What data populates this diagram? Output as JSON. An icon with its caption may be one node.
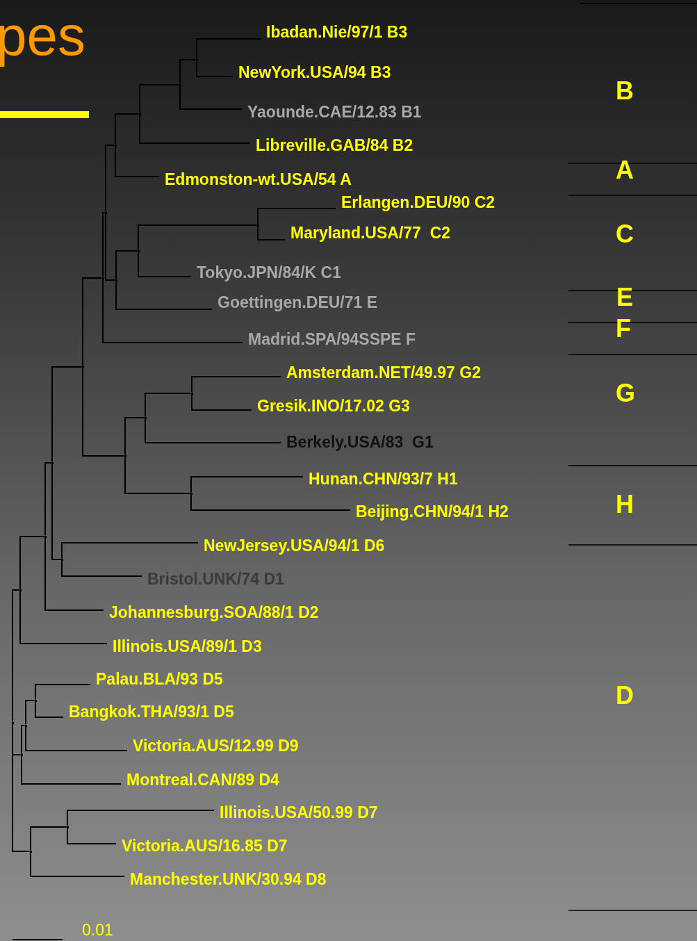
{
  "diagram": {
    "title": "pes",
    "nodes": [
      {
        "text": [
          "Ibadan.Nie/97/1 B3"
        ]
      },
      {
        "text": [
          "NewYork.USA/94 B3"
        ]
      },
      {
        "text": [
          "Yaounde.CAE/12.83 B1"
        ]
      },
      {
        "text": [
          "Libreville.GAB/84 B2"
        ]
      },
      {
        "text": [
          "Edmonston-wt.USA/54 A"
        ]
      },
      {
        "text": [
          "Erlangen.DEU/90 C2"
        ]
      },
      {
        "text": [
          "Maryland.USA/77  C2"
        ]
      },
      {
        "text": [
          "Tokyo.JPN/84/K C1"
        ]
      },
      {
        "text": [
          "Goettingen.DEU/71 E"
        ]
      },
      {
        "text": [
          "Madrid.SPA/94SSPE F"
        ]
      },
      {
        "text": [
          "Amsterdam.NET/49.97 G2"
        ]
      },
      {
        "text": [
          "Gresik.INO/17.02 G3"
        ]
      },
      {
        "text": [
          "Berkely.USA/83  G1"
        ]
      },
      {
        "text": [
          "Hunan.CHN/93/7 H1"
        ]
      },
      {
        "text": [
          "Beijing.CHN/94/1 H2"
        ]
      },
      {
        "text": [
          "NewJersey.USA/94/1 D6"
        ]
      },
      {
        "text": [
          "Bristol.UNK/74 D1"
        ]
      },
      {
        "text": [
          "Johannesburg.SOA/88/1 D2"
        ]
      },
      {
        "text": [
          "Illinois.USA/89/1 D3"
        ]
      },
      {
        "text": [
          "Palau.BLA/93 D5"
        ]
      },
      {
        "text": [
          "Bangkok.THA/93/1 D5"
        ]
      },
      {
        "text": [
          "Victoria.AUS/12.99 D9"
        ]
      },
      {
        "text": [
          "Montreal.CAN/89 D4"
        ]
      },
      {
        "text": [
          "Illinois.USA/50.99 D7"
        ]
      },
      {
        "text": [
          "Victoria.AUS/16.85 D7"
        ]
      },
      {
        "text": [
          "Manchester.UNK/30.94 D8"
        ]
      },
      {
        "text": [],
        "shape": "point"
      },
      {
        "text": [],
        "shape": "point"
      },
      {
        "text": [],
        "shape": "point"
      },
      {
        "text": [],
        "shape": "point"
      },
      {
        "text": [],
        "shape": "point"
      },
      {
        "text": [],
        "shape": "point"
      },
      {
        "text": [],
        "shape": "point"
      },
      {
        "text": [],
        "shape": "point"
      },
      {
        "text": [],
        "shape": "point"
      },
      {
        "text": [],
        "shape": "point"
      },
      {
        "text": [],
        "shape": "point"
      },
      {
        "text": [],
        "shape": "point"
      },
      {
        "text": [],
        "shape": "point"
      },
      {
        "text": [],
        "shape": "point"
      },
      {
        "text": [],
        "shape": "point"
      },
      {
        "text": [],
        "shape": "point"
      },
      {
        "text": [],
        "shape": "point"
      },
      {
        "text": [],
        "shape": "point"
      },
      {
        "text": [],
        "shape": "point"
      },
      {
        "text": [],
        "shape": "point"
      },
      {
        "text": [],
        "shape": "point"
      },
      {
        "text": [],
        "shape": "point"
      },
      {
        "text": [],
        "shape": "point"
      },
      {
        "text": [],
        "shape": "point"
      }
    ],
    "edges": [
      {
        "from": 26,
        "to": 0,
        "arrow": "none"
      },
      {
        "from": 26,
        "to": 1,
        "arrow": "none"
      },
      {
        "from": 27,
        "to": 26,
        "arrow": "none"
      },
      {
        "from": 27,
        "to": 2,
        "arrow": "none"
      },
      {
        "from": 28,
        "to": 27,
        "arrow": "none"
      },
      {
        "from": 28,
        "to": 3,
        "arrow": "none"
      },
      {
        "from": 29,
        "to": 28,
        "arrow": "none"
      },
      {
        "from": 29,
        "to": 4,
        "arrow": "none"
      },
      {
        "from": 30,
        "to": 5,
        "arrow": "none"
      },
      {
        "from": 30,
        "to": 6,
        "arrow": "none"
      },
      {
        "from": 31,
        "to": 30,
        "arrow": "none"
      },
      {
        "from": 31,
        "to": 7,
        "arrow": "none"
      },
      {
        "from": 32,
        "to": 31,
        "arrow": "none"
      },
      {
        "from": 32,
        "to": 8,
        "arrow": "none"
      },
      {
        "from": 33,
        "to": 29,
        "arrow": "none"
      },
      {
        "from": 33,
        "to": 32,
        "arrow": "none"
      },
      {
        "from": 34,
        "to": 33,
        "arrow": "none"
      },
      {
        "from": 34,
        "to": 9,
        "arrow": "none"
      },
      {
        "from": 35,
        "to": 10,
        "arrow": "none"
      },
      {
        "from": 35,
        "to": 11,
        "arrow": "none"
      },
      {
        "from": 36,
        "to": 35,
        "arrow": "none"
      },
      {
        "from": 36,
        "to": 12,
        "arrow": "none"
      },
      {
        "from": 37,
        "to": 13,
        "arrow": "none"
      },
      {
        "from": 37,
        "to": 14,
        "arrow": "none"
      },
      {
        "from": 38,
        "to": 36,
        "arrow": "none"
      },
      {
        "from": 38,
        "to": 37,
        "arrow": "none"
      },
      {
        "from": 39,
        "to": 34,
        "arrow": "none"
      },
      {
        "from": 39,
        "to": 38,
        "arrow": "none"
      },
      {
        "from": 40,
        "to": 15,
        "arrow": "none"
      },
      {
        "from": 40,
        "to": 16,
        "arrow": "none"
      },
      {
        "from": 41,
        "to": 39,
        "arrow": "none"
      },
      {
        "from": 41,
        "to": 40,
        "arrow": "none"
      },
      {
        "from": 42,
        "to": 41,
        "arrow": "none"
      },
      {
        "from": 42,
        "to": 17,
        "arrow": "none"
      },
      {
        "from": 43,
        "to": 42,
        "arrow": "none"
      },
      {
        "from": 43,
        "to": 18,
        "arrow": "none"
      },
      {
        "from": 44,
        "to": 19,
        "arrow": "none"
      },
      {
        "from": 44,
        "to": 20,
        "arrow": "none"
      },
      {
        "from": 45,
        "to": 44,
        "arrow": "none"
      },
      {
        "from": 45,
        "to": 21,
        "arrow": "none"
      },
      {
        "from": 46,
        "to": 45,
        "arrow": "none"
      },
      {
        "from": 46,
        "to": 22,
        "arrow": "none"
      },
      {
        "from": 47,
        "to": 23,
        "arrow": "none"
      },
      {
        "from": 47,
        "to": 24,
        "arrow": "none"
      },
      {
        "from": 48,
        "to": 47,
        "arrow": "none"
      },
      {
        "from": 48,
        "to": 25,
        "arrow": "none"
      },
      {
        "from": 49,
        "to": 43,
        "arrow": "none"
      },
      {
        "from": 49,
        "to": 46,
        "arrow": "none"
      },
      {
        "from": 49,
        "to": 48,
        "arrow": "none"
      }
    ],
    "labels": [
      "B",
      "A",
      "C",
      "E",
      "F",
      "G",
      "H",
      "D",
      "0.01"
    ]
  }
}
